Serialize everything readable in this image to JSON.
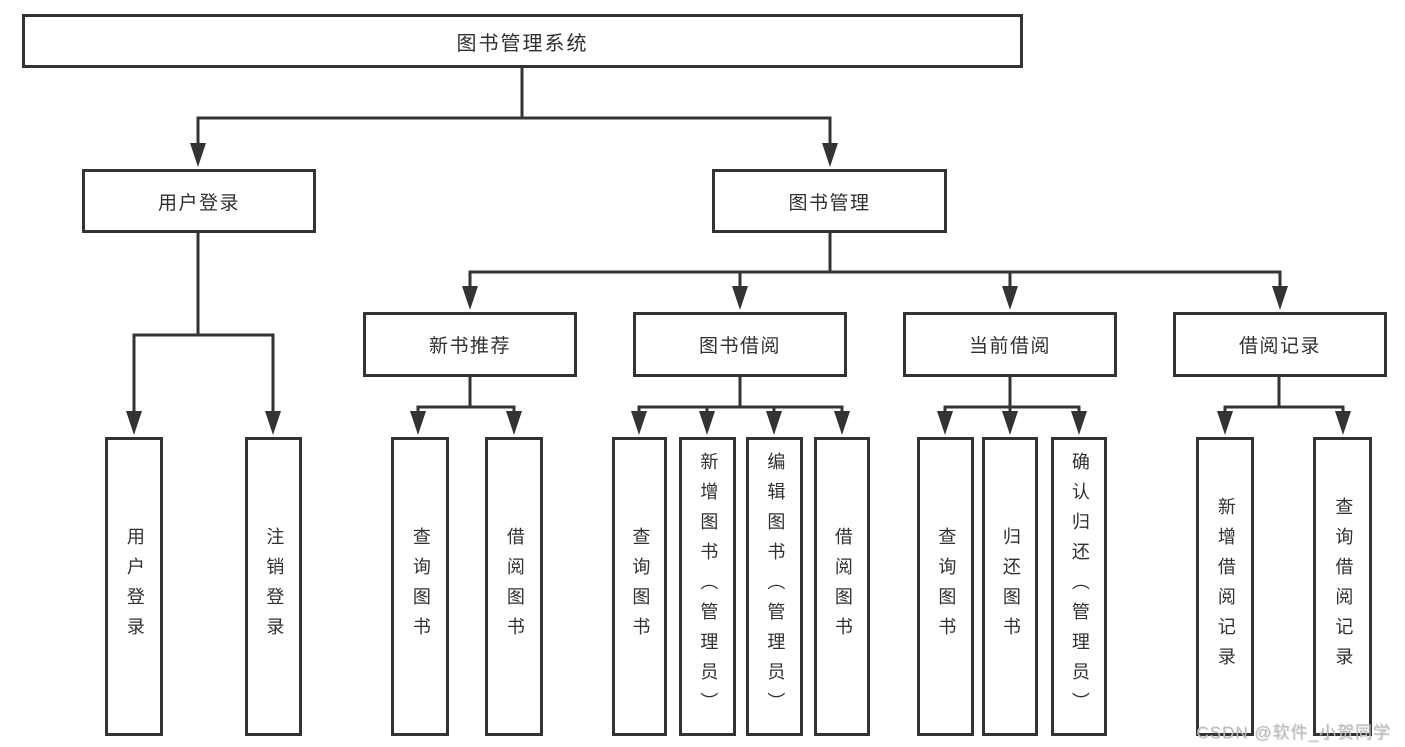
{
  "diagram": {
    "title": "图书管理系统",
    "nodes": [
      {
        "id": "root",
        "label": "图书管理系统",
        "parent": null
      },
      {
        "id": "user-login",
        "label": "用户登录",
        "parent": "root"
      },
      {
        "id": "book-mgmt",
        "label": "图书管理",
        "parent": "root"
      },
      {
        "id": "new-book-rec",
        "label": "新书推荐",
        "parent": "book-mgmt"
      },
      {
        "id": "book-borrow",
        "label": "图书借阅",
        "parent": "book-mgmt"
      },
      {
        "id": "current-borrow",
        "label": "当前借阅",
        "parent": "book-mgmt"
      },
      {
        "id": "borrow-records",
        "label": "借阅记录",
        "parent": "book-mgmt"
      },
      {
        "id": "user-login-leaf",
        "label": "用户登录",
        "parent": "user-login"
      },
      {
        "id": "logout-leaf",
        "label": "注销登录",
        "parent": "user-login"
      },
      {
        "id": "nbr-query-books",
        "label": "查询图书",
        "parent": "new-book-rec"
      },
      {
        "id": "nbr-borrow-books",
        "label": "借阅图书",
        "parent": "new-book-rec"
      },
      {
        "id": "bb-query-books",
        "label": "查询图书",
        "parent": "book-borrow"
      },
      {
        "id": "bb-add-books",
        "label": "新增图书（管理员）",
        "parent": "book-borrow"
      },
      {
        "id": "bb-edit-books",
        "label": "编辑图书（管理员）",
        "parent": "book-borrow"
      },
      {
        "id": "bb-borrow-books",
        "label": "借阅图书",
        "parent": "book-borrow"
      },
      {
        "id": "cb-query-books",
        "label": "查询图书",
        "parent": "current-borrow"
      },
      {
        "id": "cb-return-books",
        "label": "归还图书",
        "parent": "current-borrow"
      },
      {
        "id": "cb-confirm-return",
        "label": "确认归还（管理员）",
        "parent": "current-borrow"
      },
      {
        "id": "br-add-record",
        "label": "新增借阅记录",
        "parent": "borrow-records"
      },
      {
        "id": "br-query-record",
        "label": "查询借阅记录",
        "parent": "borrow-records"
      }
    ]
  },
  "watermark": {
    "text": "CSDN @软件_小贺同学"
  },
  "colors": {
    "line": "#333333",
    "text": "#303030",
    "box_background": "#ffffff",
    "page_background": "#ffffff",
    "watermark_text": "#bdbdbd"
  }
}
